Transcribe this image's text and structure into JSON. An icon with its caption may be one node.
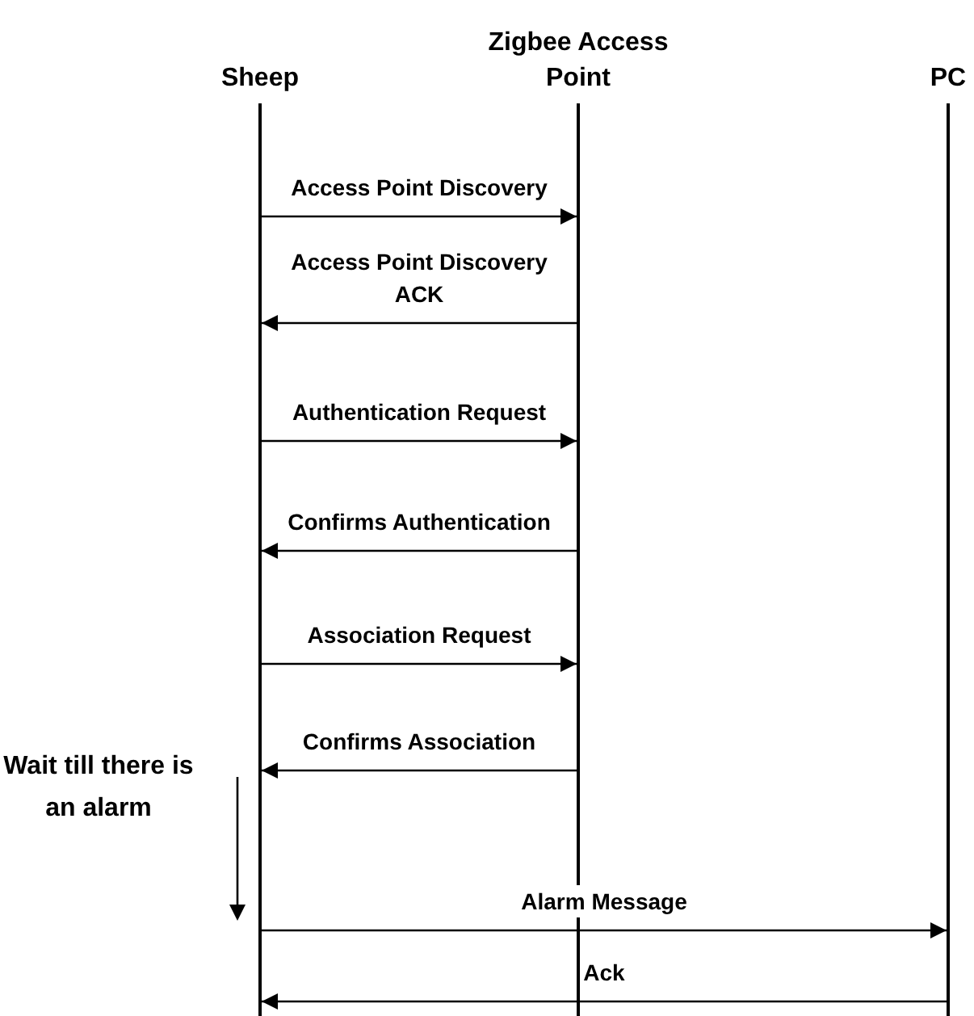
{
  "diagram": {
    "nodes": [
      {
        "text": [
          "Sheep"
        ]
      },
      {
        "text": [
          "Zigbee Access Point"
        ]
      },
      {
        "text": [
          "PC"
        ]
      }
    ],
    "edges": [
      {
        "from": 0,
        "to": 1,
        "arrow": "to",
        "label": "Access Point Discovery"
      },
      {
        "from": 1,
        "to": 0,
        "arrow": "to",
        "label": "Access Point Discovery ACK"
      },
      {
        "from": 0,
        "to": 1,
        "arrow": "to",
        "label": "Authentication Request"
      },
      {
        "from": 1,
        "to": 0,
        "arrow": "to",
        "label": "Confirms Authentication"
      },
      {
        "from": 0,
        "to": 1,
        "arrow": "to",
        "label": "Association Request"
      },
      {
        "from": 1,
        "to": 0,
        "arrow": "to",
        "label": "Confirms Association"
      },
      {
        "from": 0,
        "to": 2,
        "arrow": "to",
        "label": "Alarm Message"
      },
      {
        "from": 2,
        "to": 0,
        "arrow": "to",
        "label": "Ack"
      }
    ],
    "labels": [
      "Wait till there is an alarm"
    ]
  }
}
